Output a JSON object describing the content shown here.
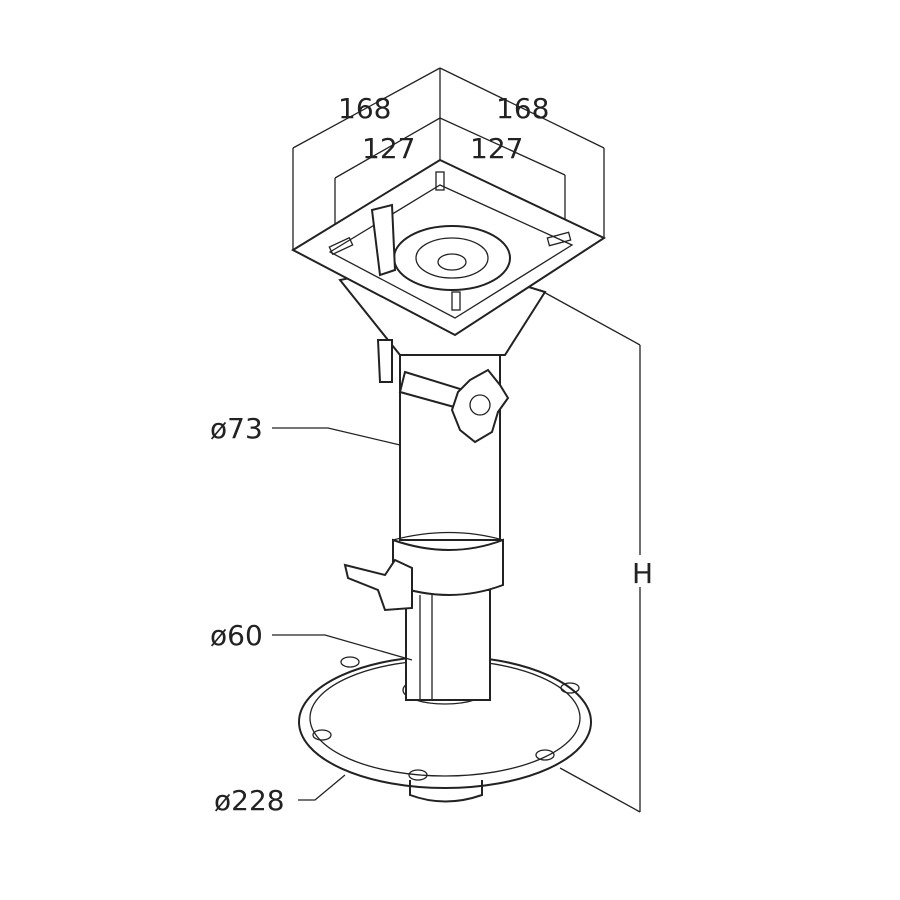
{
  "drawing": {
    "title": "Adjustable pedestal dimension drawing",
    "dimensions": {
      "outer_left": "168",
      "outer_right": "168",
      "inner_left": "127",
      "inner_right": "127",
      "upper_tube_diameter": "ø73",
      "lower_tube_diameter": "ø60",
      "base_diameter": "ø228",
      "height": "H"
    },
    "line_color": "#222222"
  }
}
